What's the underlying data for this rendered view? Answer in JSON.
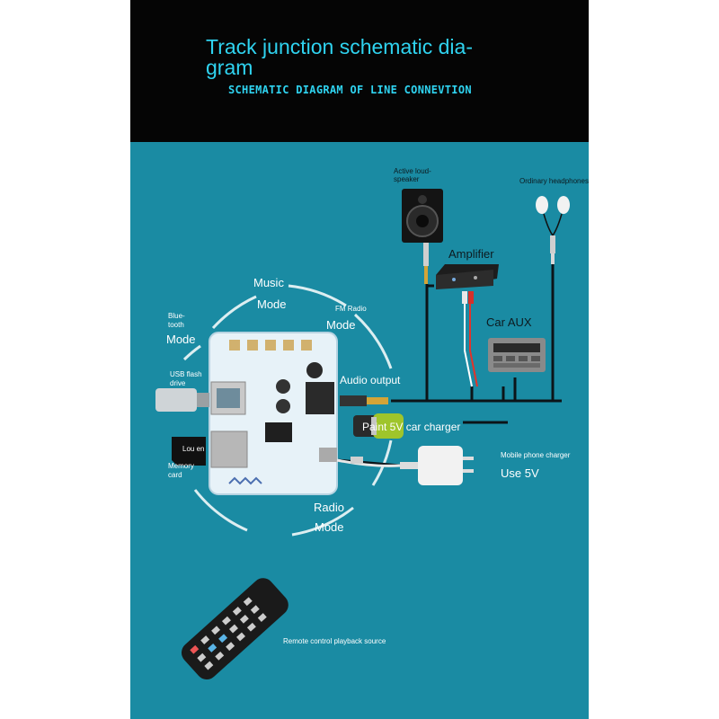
{
  "header": {
    "title_line1": "Track junction schematic dia-",
    "title_line2": "gram",
    "subtitle": "SCHEMATIC DIAGRAM OF LINE CONNEVTION"
  },
  "modes": {
    "music_1": "Music",
    "music_2": "Mode",
    "fm_1": "FM Radio",
    "fm_2": "Mode",
    "bt_1": "Blue-",
    "bt_2": "tooth",
    "bt_3": "Mode",
    "radio_1": "Radio",
    "radio_2": "Mode"
  },
  "devices": {
    "speaker_1": "Active loud-",
    "speaker_2": "speaker",
    "headphones": "Ordinary headphones",
    "amplifier": "Amplifier",
    "car_aux": "Car AUX",
    "audio_output": "Audio output",
    "car_charger": "Paint 5V car charger",
    "phone_charger": "Mobile phone charger",
    "use_5v": "Use 5V",
    "usb_1": "USB flash",
    "usb_2": "drive",
    "memory_1": "Memory",
    "memory_2": "card",
    "card_text": "Lou en",
    "remote": "Remote control playback source"
  },
  "colors": {
    "background": "#1a8ba3",
    "header_bg": "#050505",
    "title": "#2fd3f0"
  }
}
